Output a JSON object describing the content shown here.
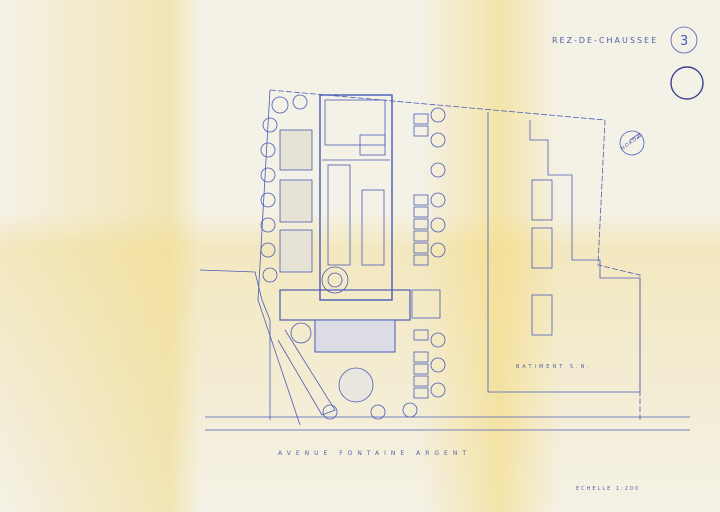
{
  "drawing": {
    "title": "REZ-DE-CHAUSSEE",
    "sheet_number": "3",
    "street_label": "AVENUE FONTAINE ARGENT",
    "building_label": "BATIMENT S.N.",
    "scale_label": "ECHELLE 1:200",
    "north_label": "NORD",
    "stamp": "archive stamp",
    "ink_color": "#3a4fb0",
    "paper_color": "#f4f1e6"
  }
}
